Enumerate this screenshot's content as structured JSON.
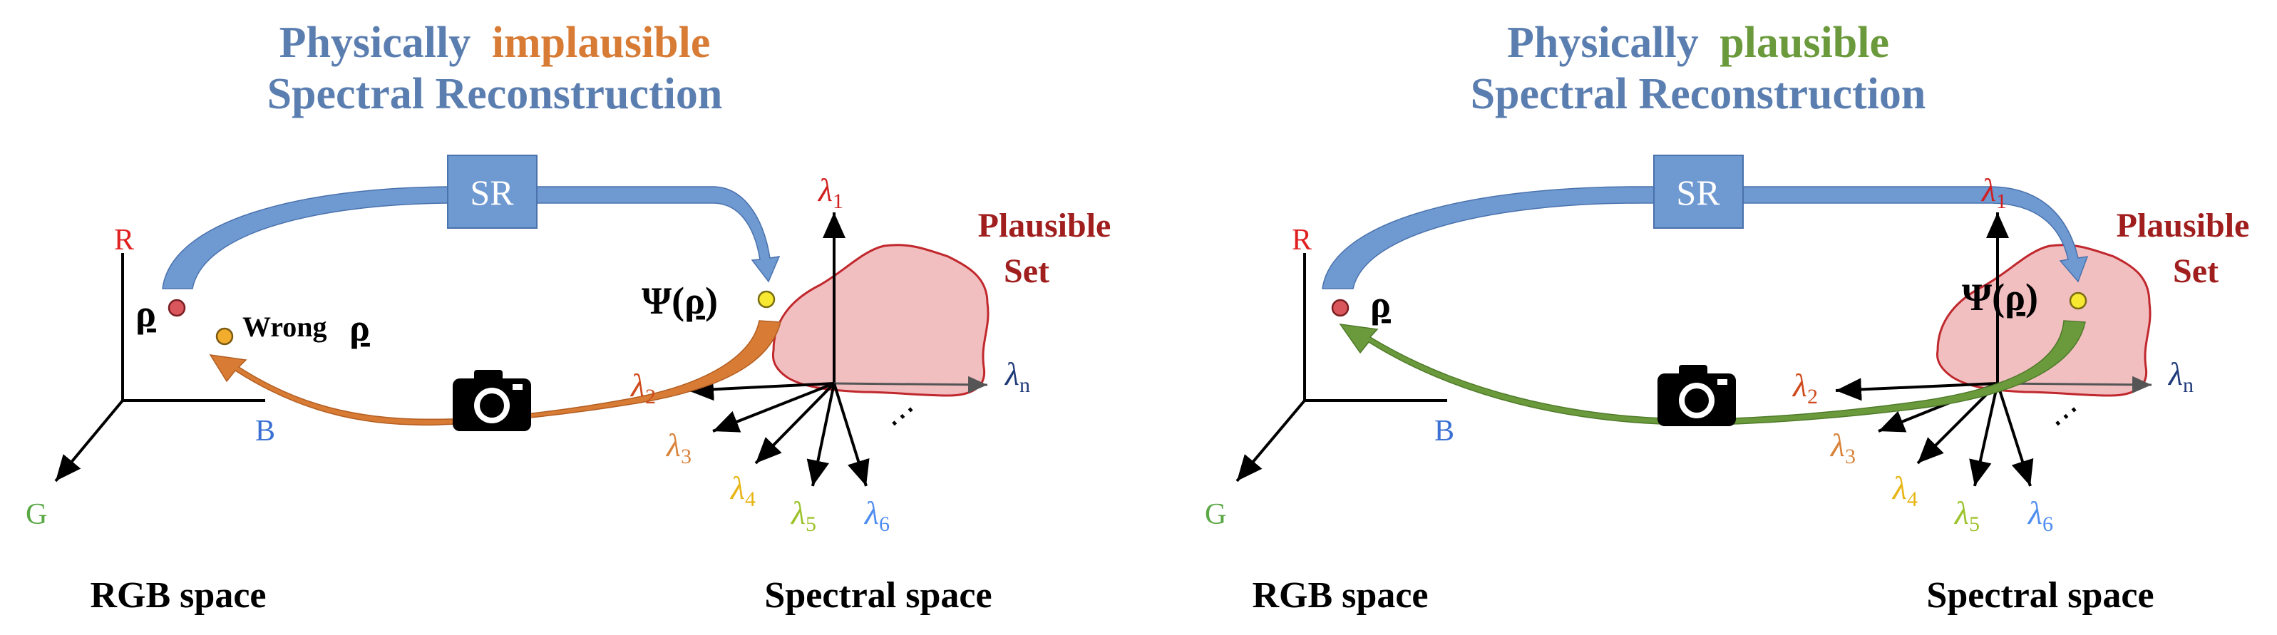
{
  "colors": {
    "title_blue": "#5b7eb0",
    "implausible_orange": "#d77b35",
    "plausible_green": "#6b9a3c",
    "plausible_red": "#a01e1e",
    "sr_box": "#6f99d1",
    "blob_fill": "#f2bfc1",
    "blob_stroke": "#c0282d",
    "r_axis": "#e01f1f",
    "b_axis": "#3a6fd4",
    "g_axis": "#5aa846",
    "lambda1": "#d02020",
    "lambda2": "#cf4a1c",
    "lambda3": "#d9833b",
    "lambda4": "#e7b515",
    "lambda5": "#9cc32b",
    "lambda6": "#4f8df0",
    "lambdan": "#1f3a7a"
  },
  "left_panel": {
    "title_word1": "Physically",
    "title_word2": "implausible",
    "title_line2": "Spectral Reconstruction",
    "sr_label": "SR",
    "rho": "ρ",
    "wrong_label": "Wrong",
    "wrong_rho": "ρ",
    "psi_label": "Ψ(",
    "psi_rho": "ρ",
    "psi_close": ")",
    "plausible_line1": "Plausible",
    "plausible_line2": "Set",
    "rgb_space": "RGB space",
    "spectral_space": "Spectral space"
  },
  "right_panel": {
    "title_word1": "Physically",
    "title_word2": "plausible",
    "title_line2": "Spectral Reconstruction",
    "sr_label": "SR",
    "rho": "ρ",
    "psi_label": "Ψ(",
    "psi_rho": "ρ",
    "psi_close": ")",
    "plausible_line1": "Plausible",
    "plausible_line2": "Set",
    "rgb_space": "RGB space",
    "spectral_space": "Spectral space"
  },
  "axes": {
    "r": "R",
    "b": "B",
    "g": "G",
    "lambda": "λ",
    "sub1": "1",
    "sub2": "2",
    "sub3": "3",
    "sub4": "4",
    "sub5": "5",
    "sub6": "6",
    "subn": "n",
    "dots": "⋯"
  }
}
